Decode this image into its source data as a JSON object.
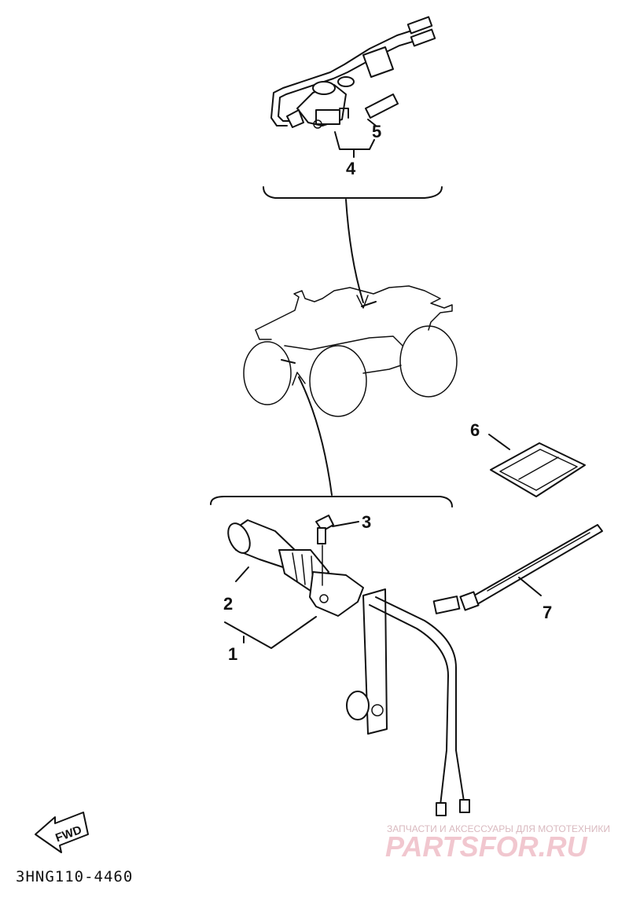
{
  "callouts": {
    "c1": "1",
    "c2": "2",
    "c3": "3",
    "c4": "4",
    "c5": "5",
    "c6": "6",
    "c7": "7"
  },
  "direction_label": "FWD",
  "drawing_code": "3HNG110-4460",
  "watermark": {
    "tagline": "ЗАПЧАСТИ И АКСЕССУАРЫ ДЛЯ МОТОТЕХНИКИ",
    "brand": "PARTSFOR.RU"
  },
  "colors": {
    "line": "#111111",
    "background": "#ffffff",
    "watermark": "#f1c7cf"
  }
}
